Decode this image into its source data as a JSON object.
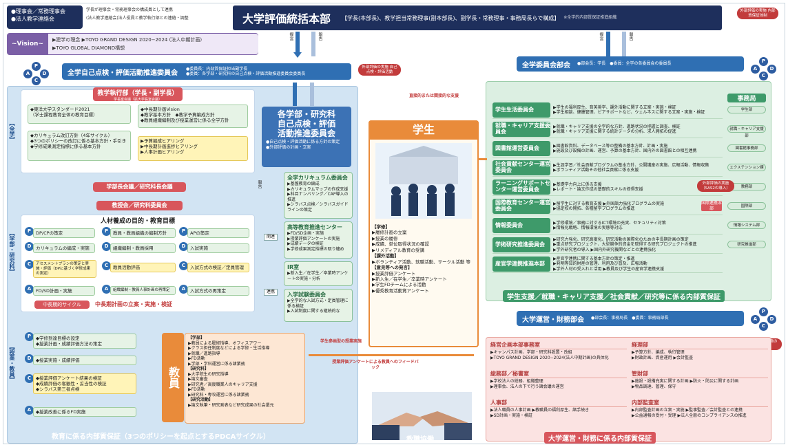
{
  "top_left": {
    "item1": "●理事会／常務理事会",
    "item2": "●法人教学連絡会",
    "desc1": "学長が理事会・常務理事会の構成員として連携",
    "desc2": "(法人教学連絡会)法人役員と教学執行部との連絡・調整"
  },
  "vision": {
    "label": "~Vision~",
    "line1": "▶建学の理念 ▶TOYO GRAND DESIGN 2020−2024 (法人中期計画)",
    "line2": "▶TOYO GLOBAL DIAMOND構想"
  },
  "hq": {
    "title": "大学評価統括本部",
    "members": "【学長(本部長)、教学担当常務理事(副本部長)、副学長・常務理事・事務局長らで構成】",
    "note": "※全学的内部質保証推進組織",
    "badge": "外部評価の実施 内部質保証体制"
  },
  "arrows": {
    "report": "報告",
    "proposal": "提言",
    "teigen": "提言",
    "hokoku": "報告"
  },
  "self_eval": {
    "title": "全学自己点検・評価活動推進委員会",
    "desc1": "●委員長：内部質保証担当副学長",
    "desc2": "●委員：各学部・研究科の自己点検・評価活動推進委員会委員長",
    "badge": "外部評価の実施 自己点検・評価活動"
  },
  "zengaku_committee": {
    "title": "全学委員会部会",
    "desc": "●部会長：学長　●委員：全学の各委員会の委員長"
  },
  "exec": {
    "title": "教学執行部（学長・副学長）",
    "sub": "学長室会議（拡大学長室会議）",
    "i1": "◆東洋大学スタンダード2021",
    "i1b": "（学士課程教育全体の教育目標）",
    "i2": "◆カリキュラム改訂方針（4年サイクル）",
    "i3": "◆3つのポリシーの改訂に係る基本方針・手引き",
    "i4": "◆学修成果測定指標に係る基本方針",
    "i5": "◆中長期計画Vision",
    "i6": "◆教学基本方針　◆教学予算編成方針",
    "i7": "◆教員組織編制及び授業運営に係る全学方針",
    "i8": "▶予算編成ヒアリング",
    "i9": "▶中長期計画進捗ヒアリング",
    "i10": "▶人事計画ヒアリング"
  },
  "faculty_eval": {
    "title": "各学部・研究科\n自己点検・評価\n活動推進委員会",
    "d1": "●自己点検・評価活動に係る方針の策定",
    "d2": "●外部評価の計画・立案"
  },
  "side_labels": {
    "zengaku": "【全学】",
    "gakubu": "【学部・研究科】",
    "jugyo": "【授業・教員】"
  },
  "gakubu_kaigi": "学部長会議／研究科長会議",
  "kyojukai": "教授会／研究科委員会",
  "jinzai": "人材養成の目的・教育目標",
  "pdca_items": {
    "dp": "DP/CPの策定",
    "kyoin_hensei": "教員・教員組織の編制方針",
    "ap": "APの策定",
    "curriculum": "カリキュラムの編成・実施",
    "soshiki": "組織編制・教員採用",
    "nyushi": "入試実施",
    "assess": "アセスメントプランの策定と実施・評価（DPに基づく学修成果の測定）",
    "kyoin_hyoka": "教員活動評価",
    "nyushi_kensho": "入試方式の検証／定員管理",
    "fd": "FD/SD計画・実施",
    "kyoin_kaizen": "組織編制・教員人事計画の再策定",
    "nyushi_saikento": "入試方式の再策定"
  },
  "cycle": {
    "label": "中長期的サイクル",
    "text": "中長期計画の立案・実施・検証"
  },
  "centers": {
    "curr_title": "全学カリキュラム委員会",
    "curr1": "▶基盤教育の編成",
    "curr2": "▶カリキュラムマップの作成支援",
    "curr3": "▶科目ナンバリング／CAP導入の推進",
    "curr4": "▶シラバス点検／シラバスガイドラインの策定",
    "kodo_title": "高等教育推進センター",
    "kodo1": "▶FD/SD企画・実施",
    "kodo2": "▶授業評価アンケートの実施",
    "kodo3": "▶成績データの検証",
    "kodo4": "▶学修成果測定指標の取り纏め",
    "ir_title": "IR室",
    "ir1": "▶新入生／在学生／卒業時アンケートの実施・分析",
    "nyushi_title": "入学試験委員会",
    "nyushi1": "▶全学的な入試方式・定員管理に係る検証",
    "nyushi2": "▶入試制度に関する継続的な",
    "kanren": "関連",
    "renkei": "連携"
  },
  "student": {
    "title": "学生",
    "direct": "直接的または間接的な支援",
    "gakubu_h": "【学修】",
    "g1": "▶履修計画の立案",
    "g2": "▶授業の履修",
    "g3": "▶成績、単位取得状況の確認",
    "g4": "▶リメディアル教育の受講",
    "kagai_h": "【課外活動】",
    "k1": "▶ボランティア活動、就職活動、サークル活動 等",
    "iken_h": "【意見等への発言】",
    "e1": "▶授業評価アンケート",
    "e2": "▶新入生／在学生／卒業時アンケート",
    "e3": "▶学生FDチームによる活動",
    "e4": "▶優秀教育活動賞アンケート"
  },
  "kyoin": {
    "title": "教員",
    "gakubu_h": "【学部】",
    "g1": "▶教員による履修指導、オフィスアワー",
    "g2": "▶クラス担任制度などによる学修・生活指導",
    "g3": "▶就職／進路指導",
    "g4": "▶FD活動",
    "g5": "▶学部・学科運営に係る諸業務",
    "ken_h": "【研究科】",
    "k1": "▶大学院生の研究指導",
    "k2": "▶論文審査",
    "k3": "▶研究者／高度職業人のキャリア支援",
    "k4": "▶FD活動",
    "k5": "▶研究科・専攻運営に係る諸業務",
    "kenkyu_h": "【研究活動】",
    "r1": "▶論文執筆・研究発表など研究成果の社会還元"
  },
  "jugyo_items": {
    "j1": "◆学修到達目標の設定",
    "j2": "◆授業計画・成績評価方法の策定",
    "j3": "◆授業実施・成績評価",
    "j4": "◆授業評価アンケート結果の検証",
    "j5": "◆成績評価の客観性・妥当性の検証",
    "j6": "◆シラバス第三者点検",
    "j7": "◆授業改善に係るFD実施"
  },
  "feedback": {
    "f1": "学生参画型の授業実施",
    "f2": "授業評価アンケートによる教員へのフィードバック"
  },
  "kyoiku_footer": "教育に係る内部質保証（3つのポリシーを起点とするPDCAサイクル）",
  "kyoshoku": "教職協働",
  "committees": [
    {
      "name": "学生生活委員会",
      "desc": "▶学生の福利厚生、育英奨学、課外活動に関する立案・実施・検証\n▶学生相談、健康管理、ピアサポートなど、ウェルネスに関する立案・実施・検証",
      "jimu": "学生部"
    },
    {
      "name": "就職・キャリア支援委員会",
      "desc": "▶就職・キャリア支援の全学的な方針、進路状況の把握と調査、検証\n▶就職・キャリア支援に関する統計データの分析、求人開拓の促進",
      "jimu": "就職・キャリア支援部"
    },
    {
      "name": "図書館運営委員会",
      "desc": "▶図書館資料、データベース等の整備の基本方針、計画・実施\n▶施設及び設備の計画、運営、予算の基本方針、国内外の図書館との相互連携",
      "jimu": "図書館事務部"
    },
    {
      "name": "社会貢献センター運営委員会",
      "desc": "▶生涯学習／社会貢献プログラムの基本方針、公開講座の実施、広報活動、情報収集\n▶ボランティア活動その他社会貢献に係る支援",
      "jimu": "エクステンション課"
    },
    {
      "name": "ラーニングサポートセンター運営委員会",
      "desc": "▶基礎学力向上に係る支援\n▶レポート・論文作成の基礎的スキルの修得支援",
      "jimu": "教務部"
    },
    {
      "name": "国際教育センター運営委員会",
      "desc": "▶留学生に対する教育支援 ▶外国語力強化プログラムの実施\n▶協定校の開拓、各種留学プログラムの推進",
      "jimu": "国際部"
    },
    {
      "name": "情報委員会",
      "desc": "▶学修環境／事務に対するICT環境の充実、セキュリティ対策\n▶情報化戦略、情報環境の実態等対応",
      "jimu": "情報システム部"
    },
    {
      "name": "学術研究推進委員会",
      "desc": "▶研究力強化、研究高度化、研究活動の国際化のための中長期計画の策定\n▶重点研究プロジェクト、大型競争的資金を取得する研究プロジェクトの推進\n▶学外研究者の導入 ▶国内外研究機関などとの連携強化",
      "jimu": "研究推進部"
    },
    {
      "name": "産官学連携推進本部",
      "desc": "▶産官学連携に関する基本方針の策定・推進\n▶発明等知的財産の管理、利用及び普及、広報活動\n▶学外人材の受入れと活用 ▶教員及び学生の産官学連携支援",
      "jimu": ""
    }
  ],
  "jimukyoku": "事務局",
  "kokusai_badge": "国際連携本部",
  "external_badge2": "外部評価の実施（SAS2の導入）",
  "shien_footer": "学生支援／就職・キャリア支援／社会貢献／研究等に係る内部質保証",
  "unei": {
    "title": "大学運営・財務部会",
    "desc": "●部会長：事務局長　●委員：事務局部長",
    "badge": "外部評価の実施 財務の健全経営の実施"
  },
  "depts": [
    {
      "name": "経営企画本部事務室",
      "items": "▶キャンパス計画、学部・研究科設置・改組\n▶TOYO GRAND DESIGN 2020−2024(法人中期計画)の具体化"
    },
    {
      "name": "経理部",
      "items": "▶予算方針、編成、執行管理\n▶財政計画、資産運用 ▶会計監査"
    },
    {
      "name": "総務部／秘書室",
      "items": "▶学校法人の総務、組織整理\n▶理事会、法人の下で行う諸会議の運営"
    },
    {
      "name": "管財部",
      "items": "▶施設・設備充実に関する計画 ▶防火・防災に関する計画\n▶物品調達、管理、保守"
    },
    {
      "name": "人事部",
      "items": "▶法人職員の人事計画 ▶教職員の福利厚生、諸手続き\n▶SD計画・実施・検証"
    },
    {
      "name": "内部監査室",
      "items": "▶内部監査計画の立案・実施 ▶監事監査／会計監査との連携\n▶公益通報の受付・受理 ▶法人全般のコンプライアンスの推進"
    }
  ],
  "unei_footer": "大学運営・財務に係る内部質保証"
}
